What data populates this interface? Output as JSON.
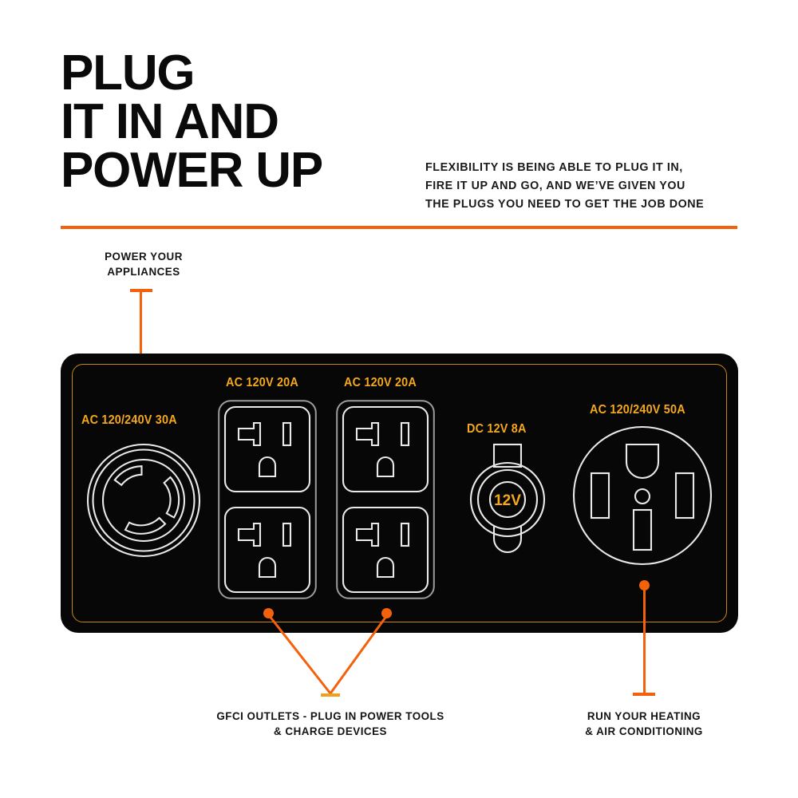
{
  "headline": "PLUG\nIT IN AND\nPOWER UP",
  "subcopy": "FLEXIBILITY IS BEING ABLE TO PLUG IT IN,\nFIRE IT UP AND GO, AND WE’VE GIVEN YOU\nTHE PLUGS YOU NEED TO GET THE JOB DONE",
  "colors": {
    "accent_orange": "#f4610b",
    "label_amber": "#f5a81c",
    "border_amber": "#c8870d",
    "panel_black": "#070707",
    "outlet_white": "#e9e9e9",
    "text_black": "#0a0a0a"
  },
  "panel": {
    "sockets": [
      {
        "id": "twistlock-30a",
        "label": "AC 120/240V 30A",
        "type": "nema-l14-30r"
      },
      {
        "id": "duplex-20a-left",
        "label": "AC 120V 20A",
        "type": "nema-5-20r-duplex-gfci"
      },
      {
        "id": "duplex-20a-right",
        "label": "AC 120V 20A",
        "type": "nema-5-20r-duplex-gfci"
      },
      {
        "id": "dc-12v",
        "label": "DC 12V  8A",
        "type": "dc-cigarette-socket",
        "face_text": "12V"
      },
      {
        "id": "rv-50a",
        "label": "AC 120/240V 50A",
        "type": "nema-14-50r"
      }
    ]
  },
  "callouts": [
    {
      "id": "callout-appliances",
      "text": "POWER YOUR\nAPPLIANCES",
      "position": "top-left"
    },
    {
      "id": "callout-gfci",
      "text": "GFCI OUTLETS - PLUG IN POWER TOOLS\n& CHARGE DEVICES",
      "position": "bottom-center"
    },
    {
      "id": "callout-hvac",
      "text": "RUN YOUR HEATING\n& AIR CONDITIONING",
      "position": "bottom-right"
    }
  ]
}
